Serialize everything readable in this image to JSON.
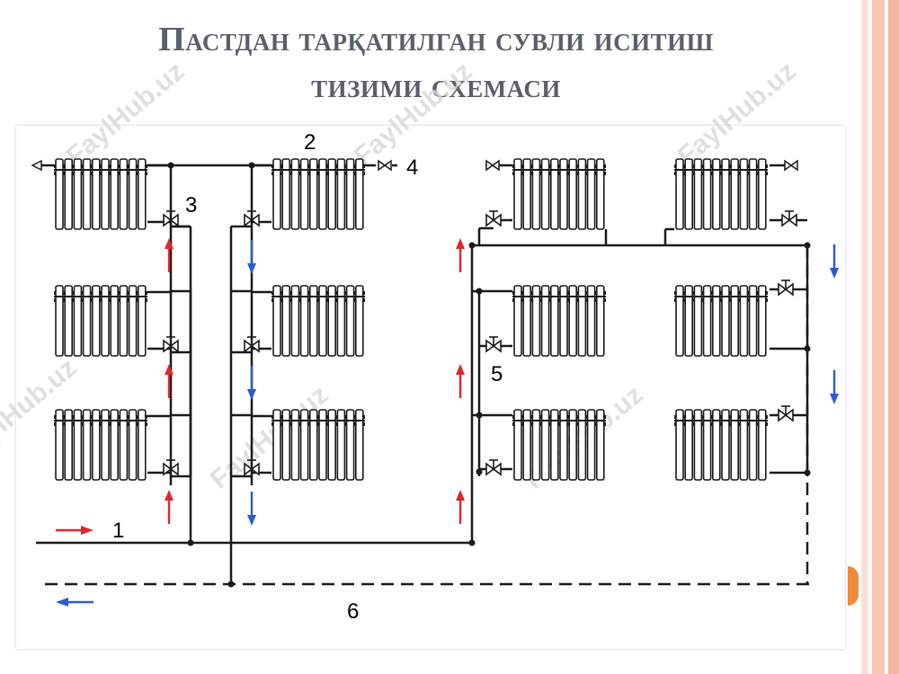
{
  "slide": {
    "title_line1": "Пастдан тарқатилган сувли иситиш",
    "title_line2": "тизими схемаси"
  },
  "watermark": {
    "text": "FaylHub.uz"
  },
  "diagram": {
    "labels": {
      "n1": "1",
      "n2": "2",
      "n3": "3",
      "n4": "4",
      "n5": "5",
      "n6": "6"
    }
  },
  "colors": {
    "supply_arrow": "#e0262b",
    "return_arrow": "#2a5bd7",
    "pipe": "#1a1a1a",
    "accent_bar_1": "#f6c7b5",
    "accent_bar_2": "#f3b79f",
    "accent_bar_3": "#fbe2d6",
    "nav_dot": "#f08a3c"
  }
}
